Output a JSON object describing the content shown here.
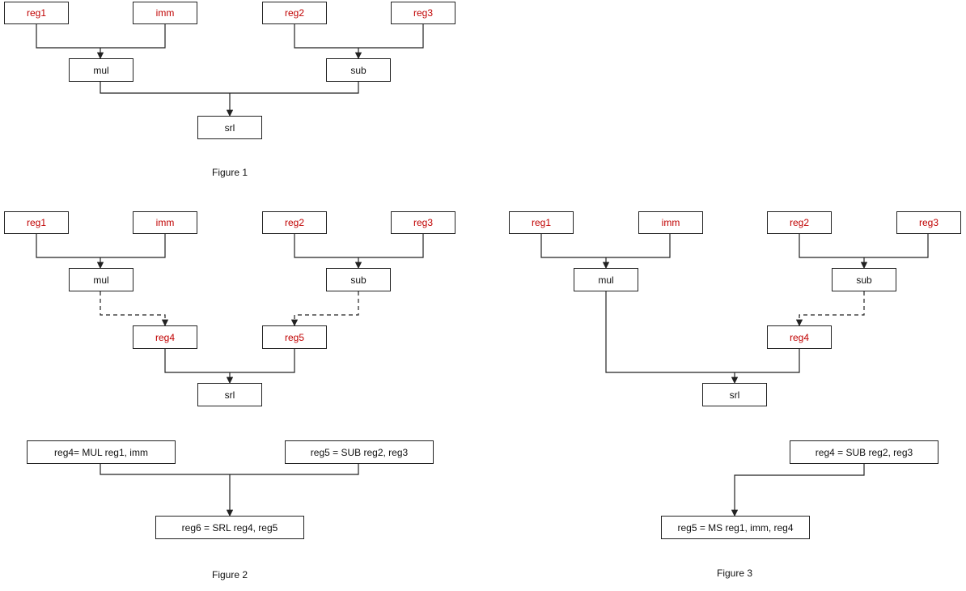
{
  "figure1": {
    "caption": "Figure 1",
    "nodes": {
      "reg1": "reg1",
      "imm": "imm",
      "reg2": "reg2",
      "reg3": "reg3",
      "mul": "mul",
      "sub": "sub",
      "srl": "srl"
    }
  },
  "figure2": {
    "caption": "Figure 2",
    "nodes": {
      "reg1": "reg1",
      "imm": "imm",
      "reg2": "reg2",
      "reg3": "reg3",
      "mul": "mul",
      "sub": "sub",
      "reg4": "reg4",
      "reg5": "reg5",
      "srl": "srl"
    },
    "instructions": {
      "mul_instr": "reg4= MUL reg1, imm",
      "sub_instr": "reg5 = SUB reg2, reg3",
      "srl_instr": "reg6 = SRL reg4, reg5"
    }
  },
  "figure3": {
    "caption": "Figure 3",
    "nodes": {
      "reg1": "reg1",
      "imm": "imm",
      "reg2": "reg2",
      "reg3": "reg3",
      "mul": "mul",
      "sub": "sub",
      "reg4": "reg4",
      "srl": "srl"
    },
    "instructions": {
      "sub_instr": "reg4 = SUB reg2, reg3",
      "ms_instr": "reg5 = MS reg1, imm, reg4"
    }
  },
  "colors": {
    "register_text": "#c00000",
    "op_text": "#111111",
    "line": "#222222"
  }
}
